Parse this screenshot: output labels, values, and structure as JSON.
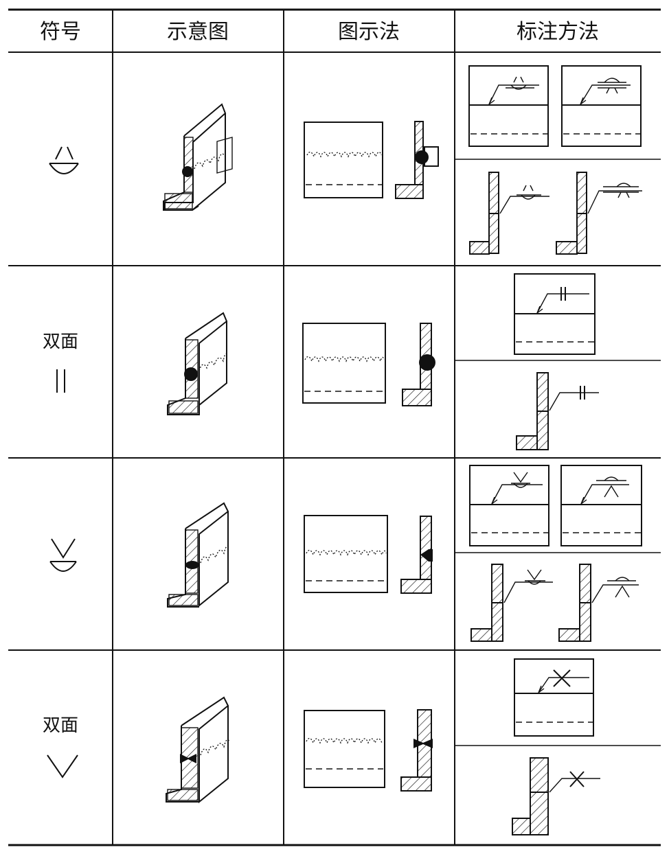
{
  "table": {
    "headers": [
      "符号",
      "示意图",
      "图示法",
      "标注方法"
    ],
    "rows": [
      {
        "symbol_text": "",
        "symbol_icon": "weld-symbol-1-icon"
      },
      {
        "symbol_text": "双面",
        "symbol_icon": "weld-symbol-double-i-icon"
      },
      {
        "symbol_text": "",
        "symbol_icon": "weld-symbol-3-icon"
      },
      {
        "symbol_text": "双面",
        "symbol_icon": "weld-symbol-double-v-icon"
      }
    ]
  }
}
